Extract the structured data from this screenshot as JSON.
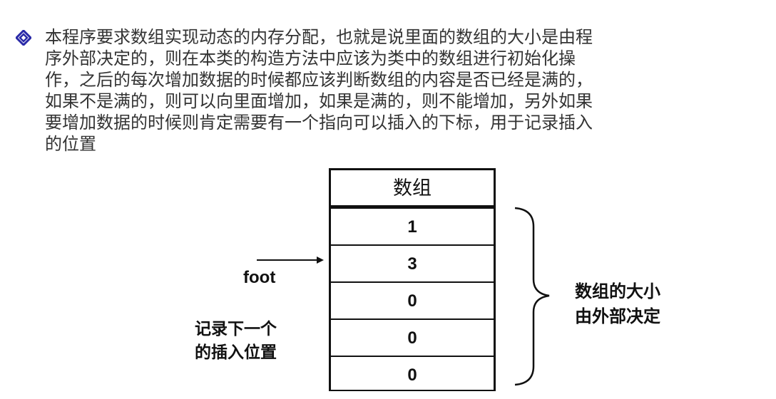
{
  "bullet_icon": "diamond-bullet-icon",
  "paragraph_lines": [
    "本程序要求数组实现动态的内存分配，也就是说里面的数组的大小是由程",
    "序外部决定的，则在本类的构造方法中应该为类中的数组进行初始化操",
    "作，之后的每次增加数据的时候都应该判断数组的内容是否已经是满的，",
    "如果不是满的，则可以向里面增加，如果是满的，则不能增加，另外如果",
    "要增加数据的时候则肯定需要有一个指向可以插入的下标，用于记录插入",
    "的位置"
  ],
  "diagram": {
    "table_header": "数组",
    "cells": [
      "1",
      "3",
      "0",
      "0",
      "0"
    ],
    "pointer_label": "foot",
    "pointer_note": [
      "记录下一个",
      "的插入位置"
    ],
    "brace_note": [
      "数组的大小",
      "由外部决定"
    ]
  },
  "colors": {
    "bullet": "#2a2aa8",
    "text": "#333333"
  }
}
